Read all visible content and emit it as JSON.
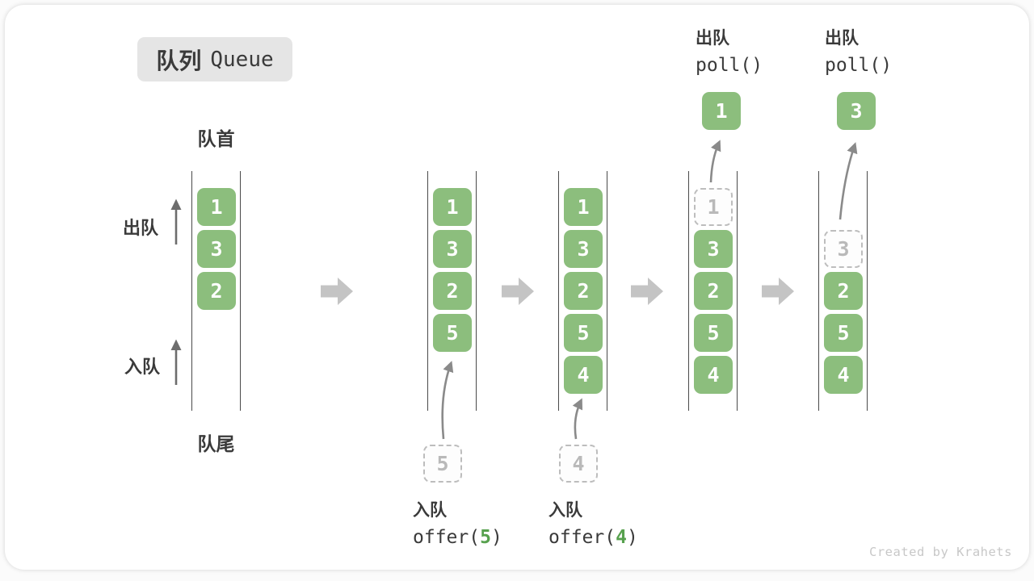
{
  "title": {
    "cjk": "队列",
    "en": "Queue"
  },
  "labels": {
    "front": "队首",
    "rear": "队尾",
    "dequeue": "出队",
    "enqueue": "入队"
  },
  "colors": {
    "green": "#8cbe7d",
    "green_arg": "#57a14e",
    "line": "#4a4a4a",
    "label_text": "#3a3a3a",
    "muted_text": "#b9b9b9",
    "dash_border": "#bdbdbd",
    "block_arrow": "#c4c4c4",
    "curve_arrow": "#8a8a8a",
    "thin_arrow": "#6d6d6d",
    "title_bg": "#e5e5e5",
    "watermark": "#c8c8c8"
  },
  "queues": [
    {
      "name": "initial",
      "boxes": [
        {
          "slot": 0,
          "value": "1",
          "type": "filled"
        },
        {
          "slot": 1,
          "value": "3",
          "type": "filled"
        },
        {
          "slot": 2,
          "value": "2",
          "type": "filled"
        }
      ]
    },
    {
      "name": "after-offer-5",
      "boxes": [
        {
          "slot": 0,
          "value": "1",
          "type": "filled"
        },
        {
          "slot": 1,
          "value": "3",
          "type": "filled"
        },
        {
          "slot": 2,
          "value": "2",
          "type": "filled"
        },
        {
          "slot": 3,
          "value": "5",
          "type": "filled"
        }
      ],
      "incoming": {
        "value": "5"
      },
      "annotation": {
        "action": "入队",
        "code_before": "offer(",
        "arg": "5",
        "code_after": ")"
      }
    },
    {
      "name": "after-offer-4",
      "boxes": [
        {
          "slot": 0,
          "value": "1",
          "type": "filled"
        },
        {
          "slot": 1,
          "value": "3",
          "type": "filled"
        },
        {
          "slot": 2,
          "value": "2",
          "type": "filled"
        },
        {
          "slot": 3,
          "value": "5",
          "type": "filled"
        },
        {
          "slot": 4,
          "value": "4",
          "type": "filled"
        }
      ],
      "incoming": {
        "value": "4"
      },
      "annotation": {
        "action": "入队",
        "code_before": "offer(",
        "arg": "4",
        "code_after": ")"
      }
    },
    {
      "name": "after-poll-1",
      "boxes": [
        {
          "slot": 0,
          "value": "1",
          "type": "dashed"
        },
        {
          "slot": 1,
          "value": "3",
          "type": "filled"
        },
        {
          "slot": 2,
          "value": "2",
          "type": "filled"
        },
        {
          "slot": 3,
          "value": "5",
          "type": "filled"
        },
        {
          "slot": 4,
          "value": "4",
          "type": "filled"
        }
      ],
      "popped": {
        "value": "1"
      },
      "annotation": {
        "action": "出队",
        "code": "poll()"
      }
    },
    {
      "name": "after-poll-3",
      "boxes": [
        {
          "slot": 1,
          "value": "3",
          "type": "dashed"
        },
        {
          "slot": 2,
          "value": "2",
          "type": "filled"
        },
        {
          "slot": 3,
          "value": "5",
          "type": "filled"
        },
        {
          "slot": 4,
          "value": "4",
          "type": "filled"
        }
      ],
      "popped": {
        "value": "3"
      },
      "annotation": {
        "action": "出队",
        "code": "poll()"
      }
    }
  ],
  "watermark": "Created by Krahets"
}
